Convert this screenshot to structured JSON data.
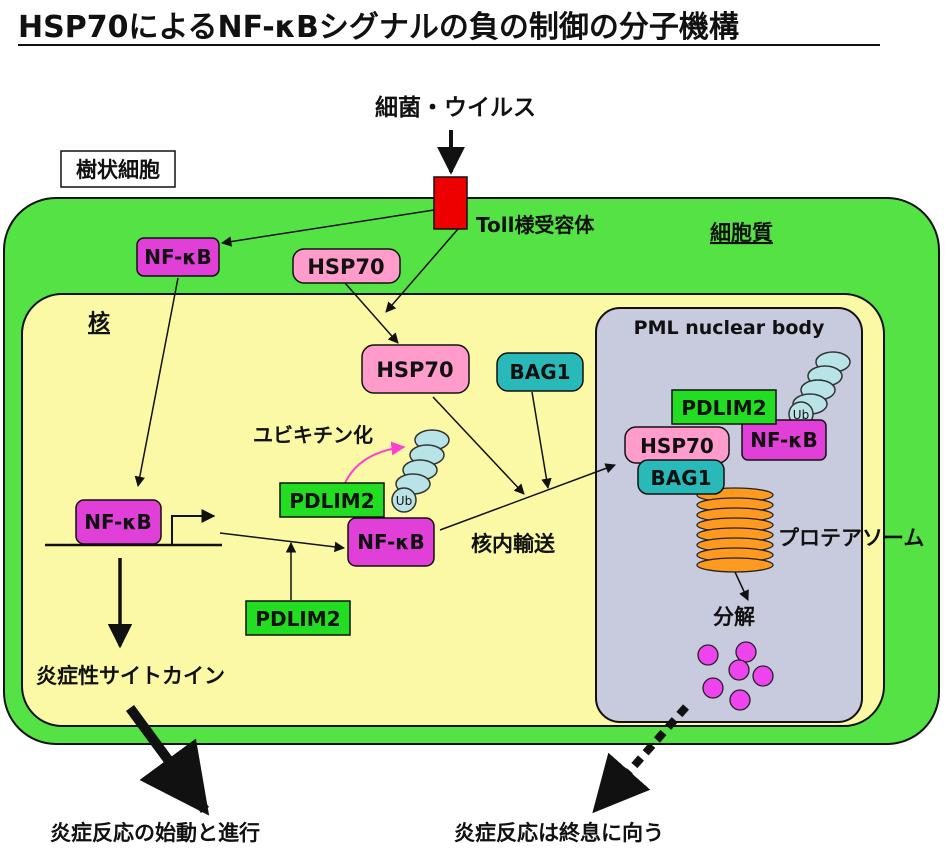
{
  "title": "HSP70によるNF-κBシグナルの負の制御の分子機構",
  "labels": {
    "pathogen": "細菌・ウイルス",
    "cell_type": "樹状細胞",
    "tlr": "Toll様受容体",
    "cytoplasm": "細胞質",
    "nucleus": "核",
    "pml": "PML nuclear body",
    "ubiquitination": "ユビキチン化",
    "nuclear_transport": "核内輸送",
    "proteasome": "プロテアソーム",
    "degradation": "分解",
    "cytokine": "炎症性サイトカイン",
    "inflammation_start": "炎症反応の始動と進行",
    "inflammation_end": "炎症反応は終息に向う"
  },
  "molecules": {
    "nfkb_cyto": "NF-κB",
    "hsp70_cyto": "HSP70",
    "hsp70_nuc": "HSP70",
    "bag1_nuc": "BAG1",
    "nfkb_gene": "NF-κB",
    "pdlim2_ub": "PDLIM2",
    "nfkb_ub": "NF-κB",
    "pdlim2_low": "PDLIM2",
    "pdlim2_pml": "PDLIM2",
    "nfkb_pml": "NF-κB",
    "hsp70_pml": "HSP70",
    "bag1_pml": "BAG1",
    "ub_a": "Ub",
    "ub_b": "Ub"
  },
  "colors": {
    "cytoplasm": "#55e244",
    "nucleus": "#fbf9a6",
    "pml": "#c8cade",
    "nfkb": "#e040d8",
    "hsp70": "#ff9ccc",
    "bag1": "#2ab9b9",
    "pdlim2": "#22dd22",
    "receptor": "#ee0000",
    "proteasome": "#ff9a20",
    "ubiquitin": "#b8e4e8",
    "fragment": "#ee44ee",
    "ub_arrow": "#ff40cc"
  }
}
